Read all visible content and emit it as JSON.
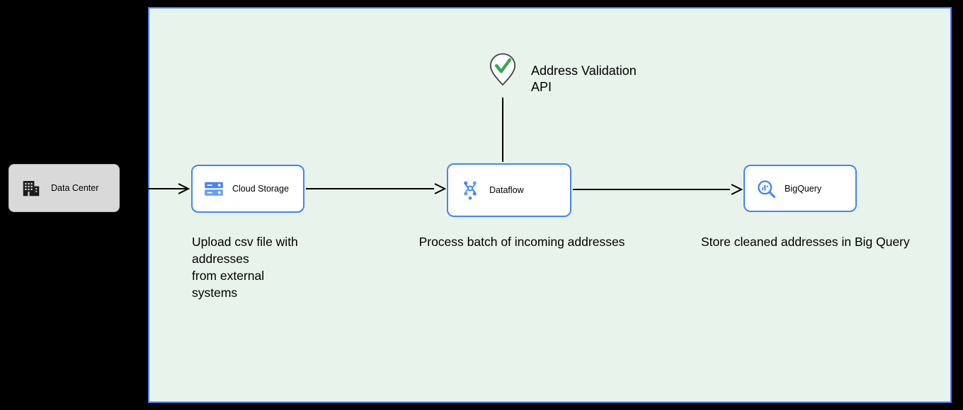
{
  "nodes": {
    "data_center": {
      "label": "Data Center"
    },
    "cloud_storage": {
      "label": "Cloud Storage",
      "caption": "Upload csv file with\naddresses\nfrom external\nsystems"
    },
    "dataflow": {
      "label": "Dataflow",
      "caption": "Process batch of incoming addresses"
    },
    "bigquery": {
      "label": "BigQuery",
      "caption": "Store cleaned addresses in Big Query"
    },
    "address_validation": {
      "label": "Address Validation\nAPI"
    }
  },
  "colors": {
    "zone_fill": "#e8f3ec",
    "zone_border": "#4285f4",
    "node_border": "#4285f4",
    "node_fill": "#ffffff",
    "data_center_fill": "#d9d9d9",
    "check_green": "#34a853",
    "connector": "#000000",
    "icon_blue": "#4285f4",
    "icon_light_blue": "#669df6"
  }
}
